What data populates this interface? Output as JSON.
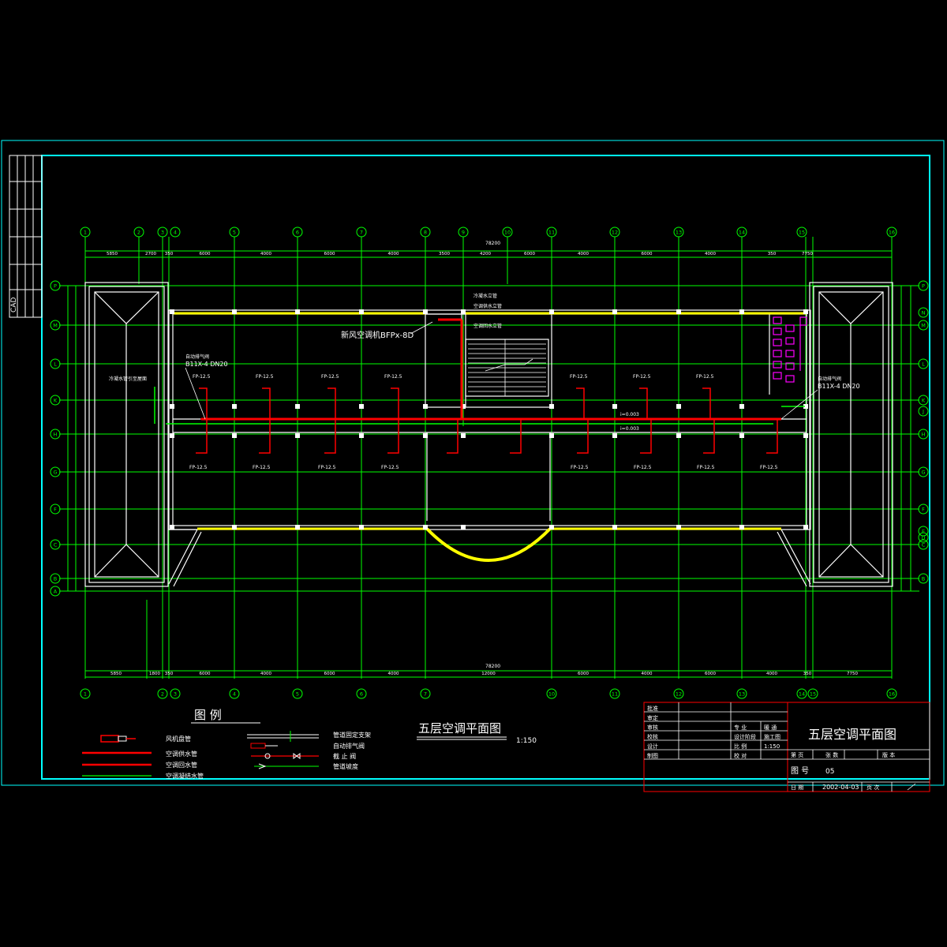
{
  "side_strip": {
    "label": "CAD"
  },
  "axis": {
    "top_labels": [
      "1",
      "2",
      "3",
      "4",
      "5",
      "6",
      "7",
      "8",
      "9",
      "10",
      "11",
      "12",
      "13",
      "14",
      "15",
      "16"
    ],
    "bottom_labels": [
      "1",
      "2",
      "3",
      "4",
      "5",
      "6",
      "7",
      "10",
      "11",
      "12",
      "13",
      "14",
      "15",
      "16"
    ],
    "left_labels": [
      "P",
      "M",
      "L",
      "K",
      "H",
      "G",
      "F",
      "C",
      "B",
      "A"
    ],
    "right_labels": [
      "P",
      "N",
      "M",
      "L",
      "K",
      "J",
      "H",
      "G",
      "F",
      "E",
      "D",
      "C",
      "B"
    ],
    "top_dims": [
      "5850",
      "2700",
      "350",
      "6000",
      "4000",
      "6000",
      "4000",
      "3500",
      "4200",
      "6000",
      "4000",
      "6000",
      "4000",
      "350",
      "7750"
    ],
    "bottom_dims": [
      "5850",
      "1800",
      "350",
      "6000",
      "4000",
      "6000",
      "4000",
      "12000",
      "6000",
      "4000",
      "6000",
      "4000",
      "350",
      "7750"
    ],
    "total_dim": "78200"
  },
  "annotations": {
    "fresh_air_unit": "新风空调机BFPx-8D",
    "valve_left_1": "自动排气阀",
    "valve_left_2": "B11X-4 DN20",
    "valve_right_1": "自动排气阀",
    "valve_right_2": "B11X-4 DN20",
    "pipe_riser_1": "冷凝水立管",
    "pipe_riser_2": "空调供水立管",
    "pipe_riser_3": "空调回水立管",
    "left_note": "冷凝水管引至屋面",
    "slope_1": "i=0.003",
    "slope_2": "i=0.003"
  },
  "fan_coils": {
    "top": [
      "FP-12.5",
      "FP-12.5",
      "FP-12.5",
      "FP-12.5",
      "FP-12.5",
      "FP-12.5",
      "FP-12.5"
    ],
    "bottom": [
      "FP-12.5",
      "FP-12.5",
      "FP-12.5",
      "FP-12.5",
      "FP-12.5",
      "FP-12.5",
      "FP-12.5",
      "FP-12.5"
    ]
  },
  "legend": {
    "title": "图    例",
    "items_left": [
      "风机盘管",
      "空调供水管",
      "空调回水管",
      "空调凝结水管"
    ],
    "items_right": [
      "管道固定支架",
      "自动排气阀",
      "截 止 阀",
      "管道坡度"
    ]
  },
  "plan_title": {
    "text": "五层空调平面图",
    "scale": "1:150"
  },
  "title_block": {
    "drawing_name": "五层空调平面图",
    "rows_left": [
      "批准",
      "审定",
      "审核",
      "校核",
      "设计",
      "制图"
    ],
    "major_label": "专 业",
    "major_value": "暖 通",
    "stage_label": "设计阶段",
    "stage_value": "施工图",
    "scale_label": "比 例",
    "scale_value": "1:150",
    "check_label": "校 对",
    "sheet_label": "图  号",
    "sheet_value": "05",
    "count_label": "张 数",
    "page_label": "第 页",
    "date_label": "日  期",
    "date_value": "2002-04-03",
    "pages_label": "页 次",
    "version_label": "版 本"
  },
  "colors": {
    "background": "#000000",
    "grid": "#00ff00",
    "frame": "#00ffff",
    "wall": "#ffffff",
    "window": "#ffff00",
    "pipe": "#ff0000",
    "fixture": "#ff00ff"
  }
}
